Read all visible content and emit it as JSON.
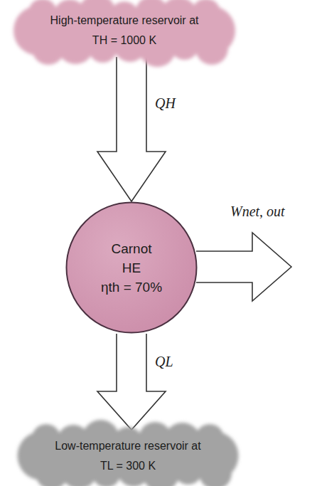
{
  "diagram": {
    "nodes": [
      {
        "text": [
          "High-temperature reservoir at TH = 1000 K"
        ]
      },
      {
        "text": [
          "Carnot HE",
          "ηth = 70%"
        ]
      },
      {
        "text": [
          "Low-temperature reservoir at TL = 300 K"
        ]
      }
    ],
    "edges": [
      {
        "from": 0,
        "to": 1,
        "arrow": "to",
        "label": "QH"
      },
      {
        "from": 1,
        "to": 2,
        "arrow": "to",
        "label": "QL"
      }
    ],
    "labels": [
      "Wnet, out"
    ]
  }
}
